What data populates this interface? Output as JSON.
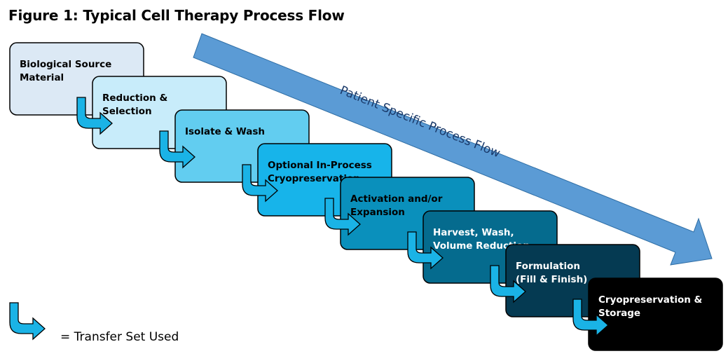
{
  "title": "Figure 1: Typical Cell Therapy Process Flow",
  "flow_label": "Patient Specific Process Flow",
  "steps": [
    {
      "lines": [
        "Biological Source",
        "Material"
      ],
      "fill": "#dce9f5",
      "text_color": "#000000"
    },
    {
      "lines": [
        "Reduction &",
        "Selection"
      ],
      "fill": "#c8ecfa",
      "text_color": "#000000"
    },
    {
      "lines": [
        "Isolate & Wash"
      ],
      "fill": "#62cdf0",
      "text_color": "#000000"
    },
    {
      "lines": [
        "Optional In-Process",
        "Cryopreservation"
      ],
      "fill": "#17b4ea",
      "text_color": "#000000"
    },
    {
      "lines": [
        "Activation and/or",
        "Expansion"
      ],
      "fill": "#0a90bc",
      "text_color": "#000000"
    },
    {
      "lines": [
        "Harvest, Wash,",
        "Volume Reduction"
      ],
      "fill": "#056b8e",
      "text_color": "#ffffff"
    },
    {
      "lines": [
        "Formulation",
        "(Fill & Finish)"
      ],
      "fill": "#053a52",
      "text_color": "#ffffff"
    },
    {
      "lines": [
        "Cryopreservation &",
        "Storage"
      ],
      "fill": "#000000",
      "text_color": "#ffffff"
    }
  ],
  "legend": {
    "text": "= Transfer Set Used"
  },
  "colors": {
    "transfer_arrow": "#1ab3e6",
    "flow_arrow": "#5b9bd5",
    "border": "#000000"
  }
}
